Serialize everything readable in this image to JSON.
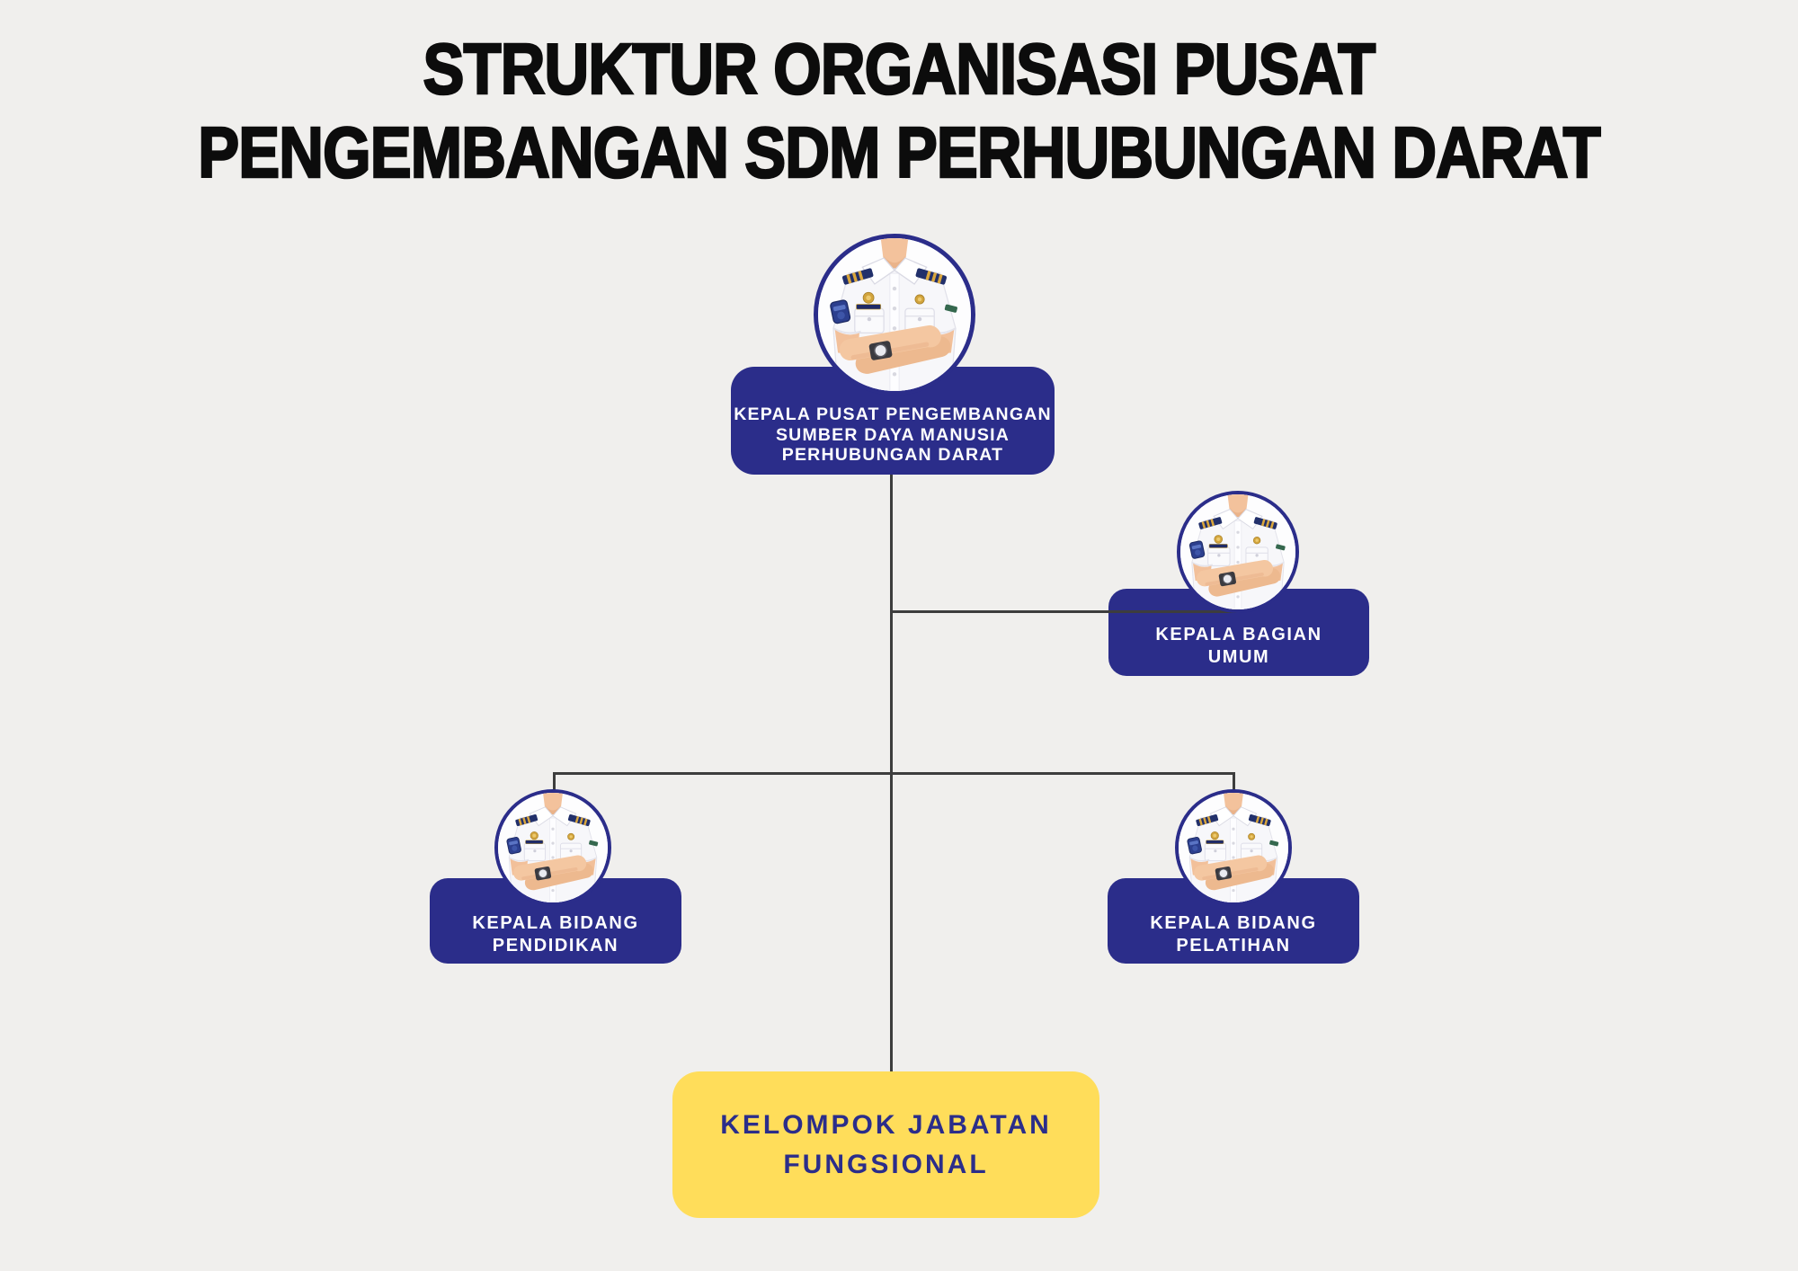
{
  "title": {
    "line1": "STRUKTUR ORGANISASI PUSAT",
    "line2": "PENGEMBANGAN SDM PERHUBUNGAN DARAT"
  },
  "colors": {
    "background": "#f0efed",
    "title_text": "#0c0c0c",
    "primary_node_bg": "#2b2d8a",
    "primary_node_text": "#ffffff",
    "accent_node_bg": "#ffdd5a",
    "accent_node_text": "#2b2d8a",
    "connector": "#3d3d3d",
    "avatar_ring": "#2b2d8a"
  },
  "org_chart": {
    "nodes": [
      {
        "id": "kepala-pusat",
        "style": "primary",
        "has_avatar": true,
        "avatar_icon": "officer-avatar",
        "label_lines": [
          "KEPALA PUSAT PENGEMBANGAN",
          "SUMBER DAYA MANUSIA",
          "PERHUBUNGAN DARAT"
        ]
      },
      {
        "id": "kepala-bagian-umum",
        "style": "primary",
        "has_avatar": true,
        "avatar_icon": "officer-avatar",
        "label_lines": [
          "KEPALA BAGIAN",
          "UMUM"
        ]
      },
      {
        "id": "kepala-bidang-pendidikan",
        "style": "primary",
        "has_avatar": true,
        "avatar_icon": "officer-avatar",
        "label_lines": [
          "KEPALA BIDANG",
          "PENDIDIKAN"
        ]
      },
      {
        "id": "kepala-bidang-pelatihan",
        "style": "primary",
        "has_avatar": true,
        "avatar_icon": "officer-avatar",
        "label_lines": [
          "KEPALA BIDANG",
          "PELATIHAN"
        ]
      },
      {
        "id": "kelompok-jabatan-fungsional",
        "style": "accent",
        "has_avatar": false,
        "label_lines": [
          "KELOMPOK JABATAN",
          "FUNGSIONAL"
        ]
      }
    ],
    "edges": [
      {
        "from": "kepala-pusat",
        "to": "kepala-bagian-umum"
      },
      {
        "from": "kepala-pusat",
        "to": "kepala-bidang-pendidikan"
      },
      {
        "from": "kepala-pusat",
        "to": "kepala-bidang-pelatihan"
      },
      {
        "from": "kepala-pusat",
        "to": "kelompok-jabatan-fungsional"
      }
    ]
  }
}
